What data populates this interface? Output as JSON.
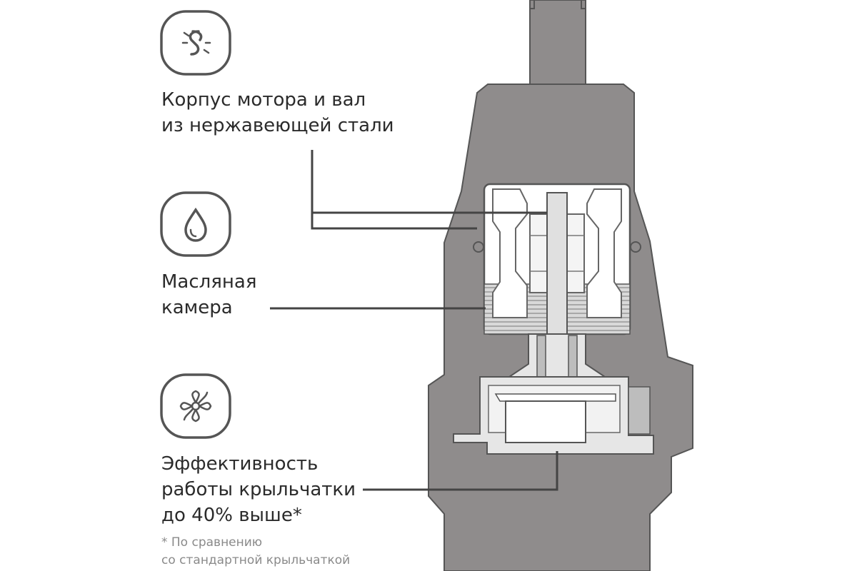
{
  "features": [
    {
      "icon": "rotation-shaft-icon",
      "lines": [
        "Корпус мотора и вал",
        "из нержавеющей стали"
      ]
    },
    {
      "icon": "oil-drop-icon",
      "lines": [
        "Масляная",
        "камера"
      ]
    },
    {
      "icon": "impeller-fan-icon",
      "lines": [
        "Эффективность",
        "работы крыльчатки",
        "до 40% выше*"
      ]
    }
  ],
  "footnote": {
    "lines": [
      "* По сравнению",
      "со стандартной крыльчаткой"
    ]
  },
  "colors": {
    "body": "#8f8c8c",
    "outline": "#555555",
    "interior": "#ffffff",
    "parts": "#e6e6e6",
    "text": "#2b2b2b",
    "footnote": "#8a8a8a"
  }
}
